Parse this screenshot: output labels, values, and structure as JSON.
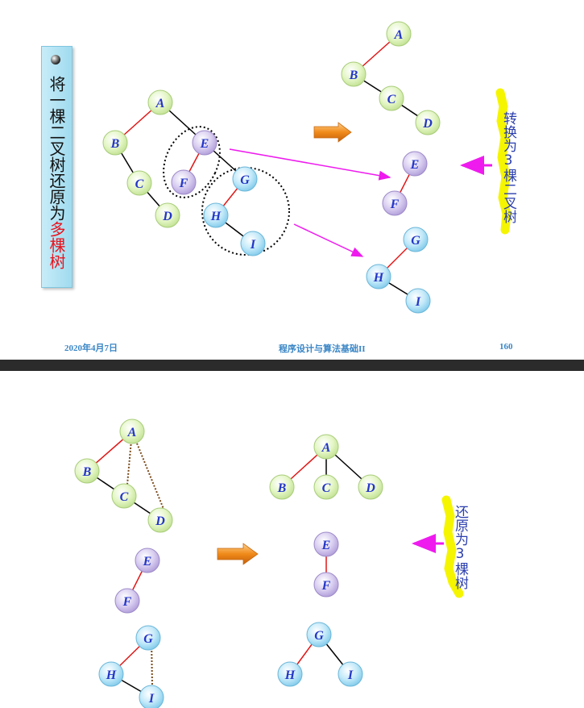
{
  "slide1": {
    "title": {
      "main": "将一棵二叉树还原为",
      "highlight": "多棵树"
    },
    "side_note": "转换为3棵二叉树",
    "footer": {
      "date": "2020年4月7日",
      "course": "程序设计与算法基础II",
      "page": "160"
    }
  },
  "slide2": {
    "side_note": "还原为3棵树"
  },
  "colors": {
    "green_node": "#e4f6c6",
    "purple_node": "#d8cdf0",
    "blue_node": "#c2e9f9",
    "left_edge": "#e01616",
    "right_edge": "#000000",
    "magenta_arrow": "#ee1aee",
    "orange_arrow": "#f08a1a",
    "highlight": "#f5f500"
  },
  "diagrams": {
    "binary_tree_nodes": [
      "A",
      "B",
      "C",
      "D",
      "E",
      "F",
      "G",
      "H",
      "I"
    ],
    "trees_after_split": [
      {
        "nodes": [
          "A",
          "B",
          "C",
          "D"
        ]
      },
      {
        "nodes": [
          "E",
          "F"
        ]
      },
      {
        "nodes": [
          "G",
          "H",
          "I"
        ]
      }
    ],
    "restored_forest": [
      {
        "root": "A",
        "children": [
          "B",
          "C",
          "D"
        ]
      },
      {
        "root": "E",
        "children": [
          "F"
        ]
      },
      {
        "root": "G",
        "children": [
          "H",
          "I"
        ]
      }
    ]
  }
}
